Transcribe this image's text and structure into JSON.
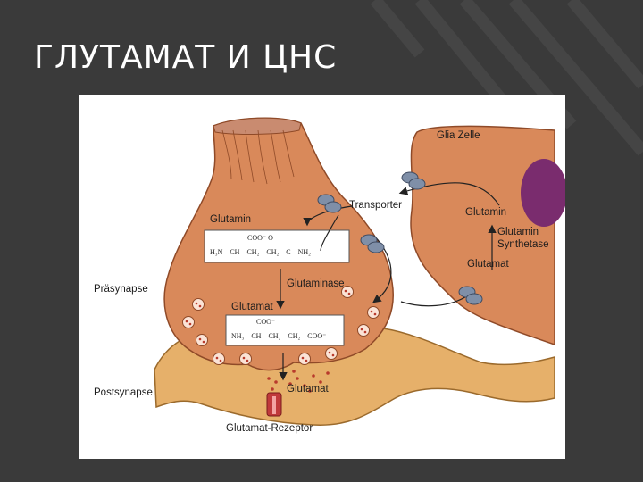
{
  "slide": {
    "title": "ГЛУТАМАТ И ЦНС"
  },
  "figure": {
    "labels": {
      "glia_cell": "Glia Zelle",
      "transporter": "Transporter",
      "glutamin_glia": "Glutamin",
      "synthetase_line1": "Glutamin",
      "synthetase_line2": "Synthetase",
      "glutamat_glia": "Glutamat",
      "glutamin_presyn": "Glutamin",
      "glutaminase": "Glutaminase",
      "glutamat_presyn": "Glutamat",
      "prasynapse": "Präsynapse",
      "postsynapse": "Postsynapse",
      "glutamat_cleft": "Glutamat",
      "receptor": "Glutamat-Rezeptor"
    },
    "formula_glutamine": {
      "top": "COO⁻          O",
      "bottom": "H₃N—CH—CH₂—CH₂—C—NH₂"
    },
    "formula_glutamate": {
      "top": "COO⁻",
      "bottom": "NH₃—CH—CH₂—CH₂—COO⁻"
    },
    "colors": {
      "neuron": "#d9895a",
      "neuron_dark": "#b9643a",
      "glia": "#d98860",
      "nucleus": "#7a2c6e",
      "postsynaptic": "#e6b06a",
      "transporter": "#7f8fa8",
      "receptor": "#c0393b"
    }
  }
}
